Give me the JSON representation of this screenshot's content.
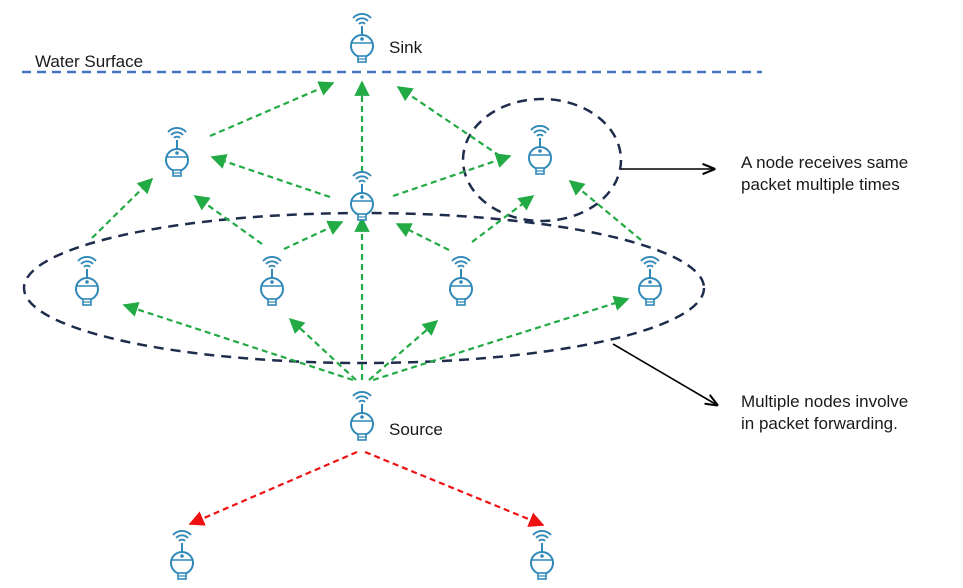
{
  "labels": {
    "water_surface": "Water Surface",
    "sink": "Sink",
    "source": "Source",
    "annotation_top_line1": "A node receives same",
    "annotation_top_line2": "packet multiple times",
    "annotation_bottom_line1": "Multiple nodes involve",
    "annotation_bottom_line2": "in packet forwarding."
  },
  "colors": {
    "water_line": "#4472c4",
    "forward_arrow": "#22aa44",
    "downward_arrow": "#ee1111",
    "ellipse": "#1f2d4d",
    "node_icon": "#2f88b8",
    "pointer": "#000000"
  },
  "icons": {
    "node": "underwater-sensor-node-icon"
  }
}
